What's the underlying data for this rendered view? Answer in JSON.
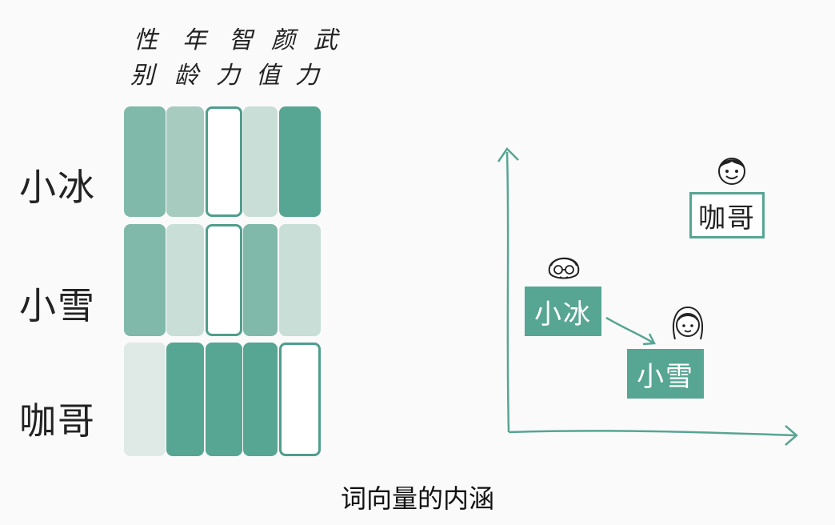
{
  "columns": [
    {
      "top": "性",
      "bottom": "别"
    },
    {
      "top": "年",
      "bottom": "龄"
    },
    {
      "top": "智",
      "bottom": "力"
    },
    {
      "top": "颜",
      "bottom": "值"
    },
    {
      "top": "武",
      "bottom": "力"
    }
  ],
  "rows": [
    {
      "name": "小冰",
      "levels": [
        4,
        3,
        0,
        2,
        5
      ]
    },
    {
      "name": "小雪",
      "levels": [
        4,
        2,
        0,
        4,
        2
      ]
    },
    {
      "name": "咖哥",
      "levels": [
        1,
        5,
        5,
        5,
        0
      ]
    }
  ],
  "plot": {
    "labels": {
      "kage": "咖哥",
      "xiaobing": "小冰",
      "xiaoxue": "小雪"
    }
  },
  "caption": "词向量的内涵",
  "colors": {
    "teal": "#57a593",
    "level_1": "#dfeae6",
    "level_2": "#c9ded7",
    "level_3": "#a8cbc0",
    "level_4": "#80b8a9",
    "level_5": "#57a593"
  },
  "icons": [
    "boy-face-icon",
    "glasses-girl-face-icon",
    "girl-face-icon"
  ]
}
